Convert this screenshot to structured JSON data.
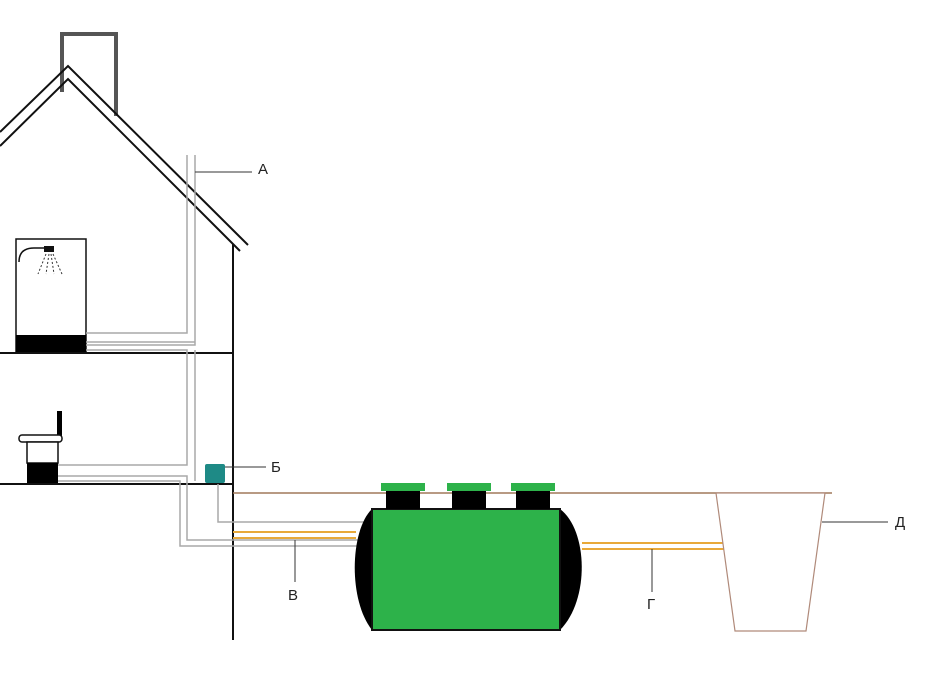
{
  "labels": {
    "a": "А",
    "b": "Б",
    "v": "В",
    "g": "Г",
    "d": "Д"
  },
  "colors": {
    "line": "#111111",
    "pipe": "#a9a9a9",
    "ground": "#a0785a",
    "drain_pipe": "#e8a93a",
    "tank_body": "#2db24a",
    "tank_ends": "#000000",
    "lid": "#2db24a",
    "pump": "#1e8a86",
    "chimney": "#555555",
    "pit": "#b08a7a"
  }
}
